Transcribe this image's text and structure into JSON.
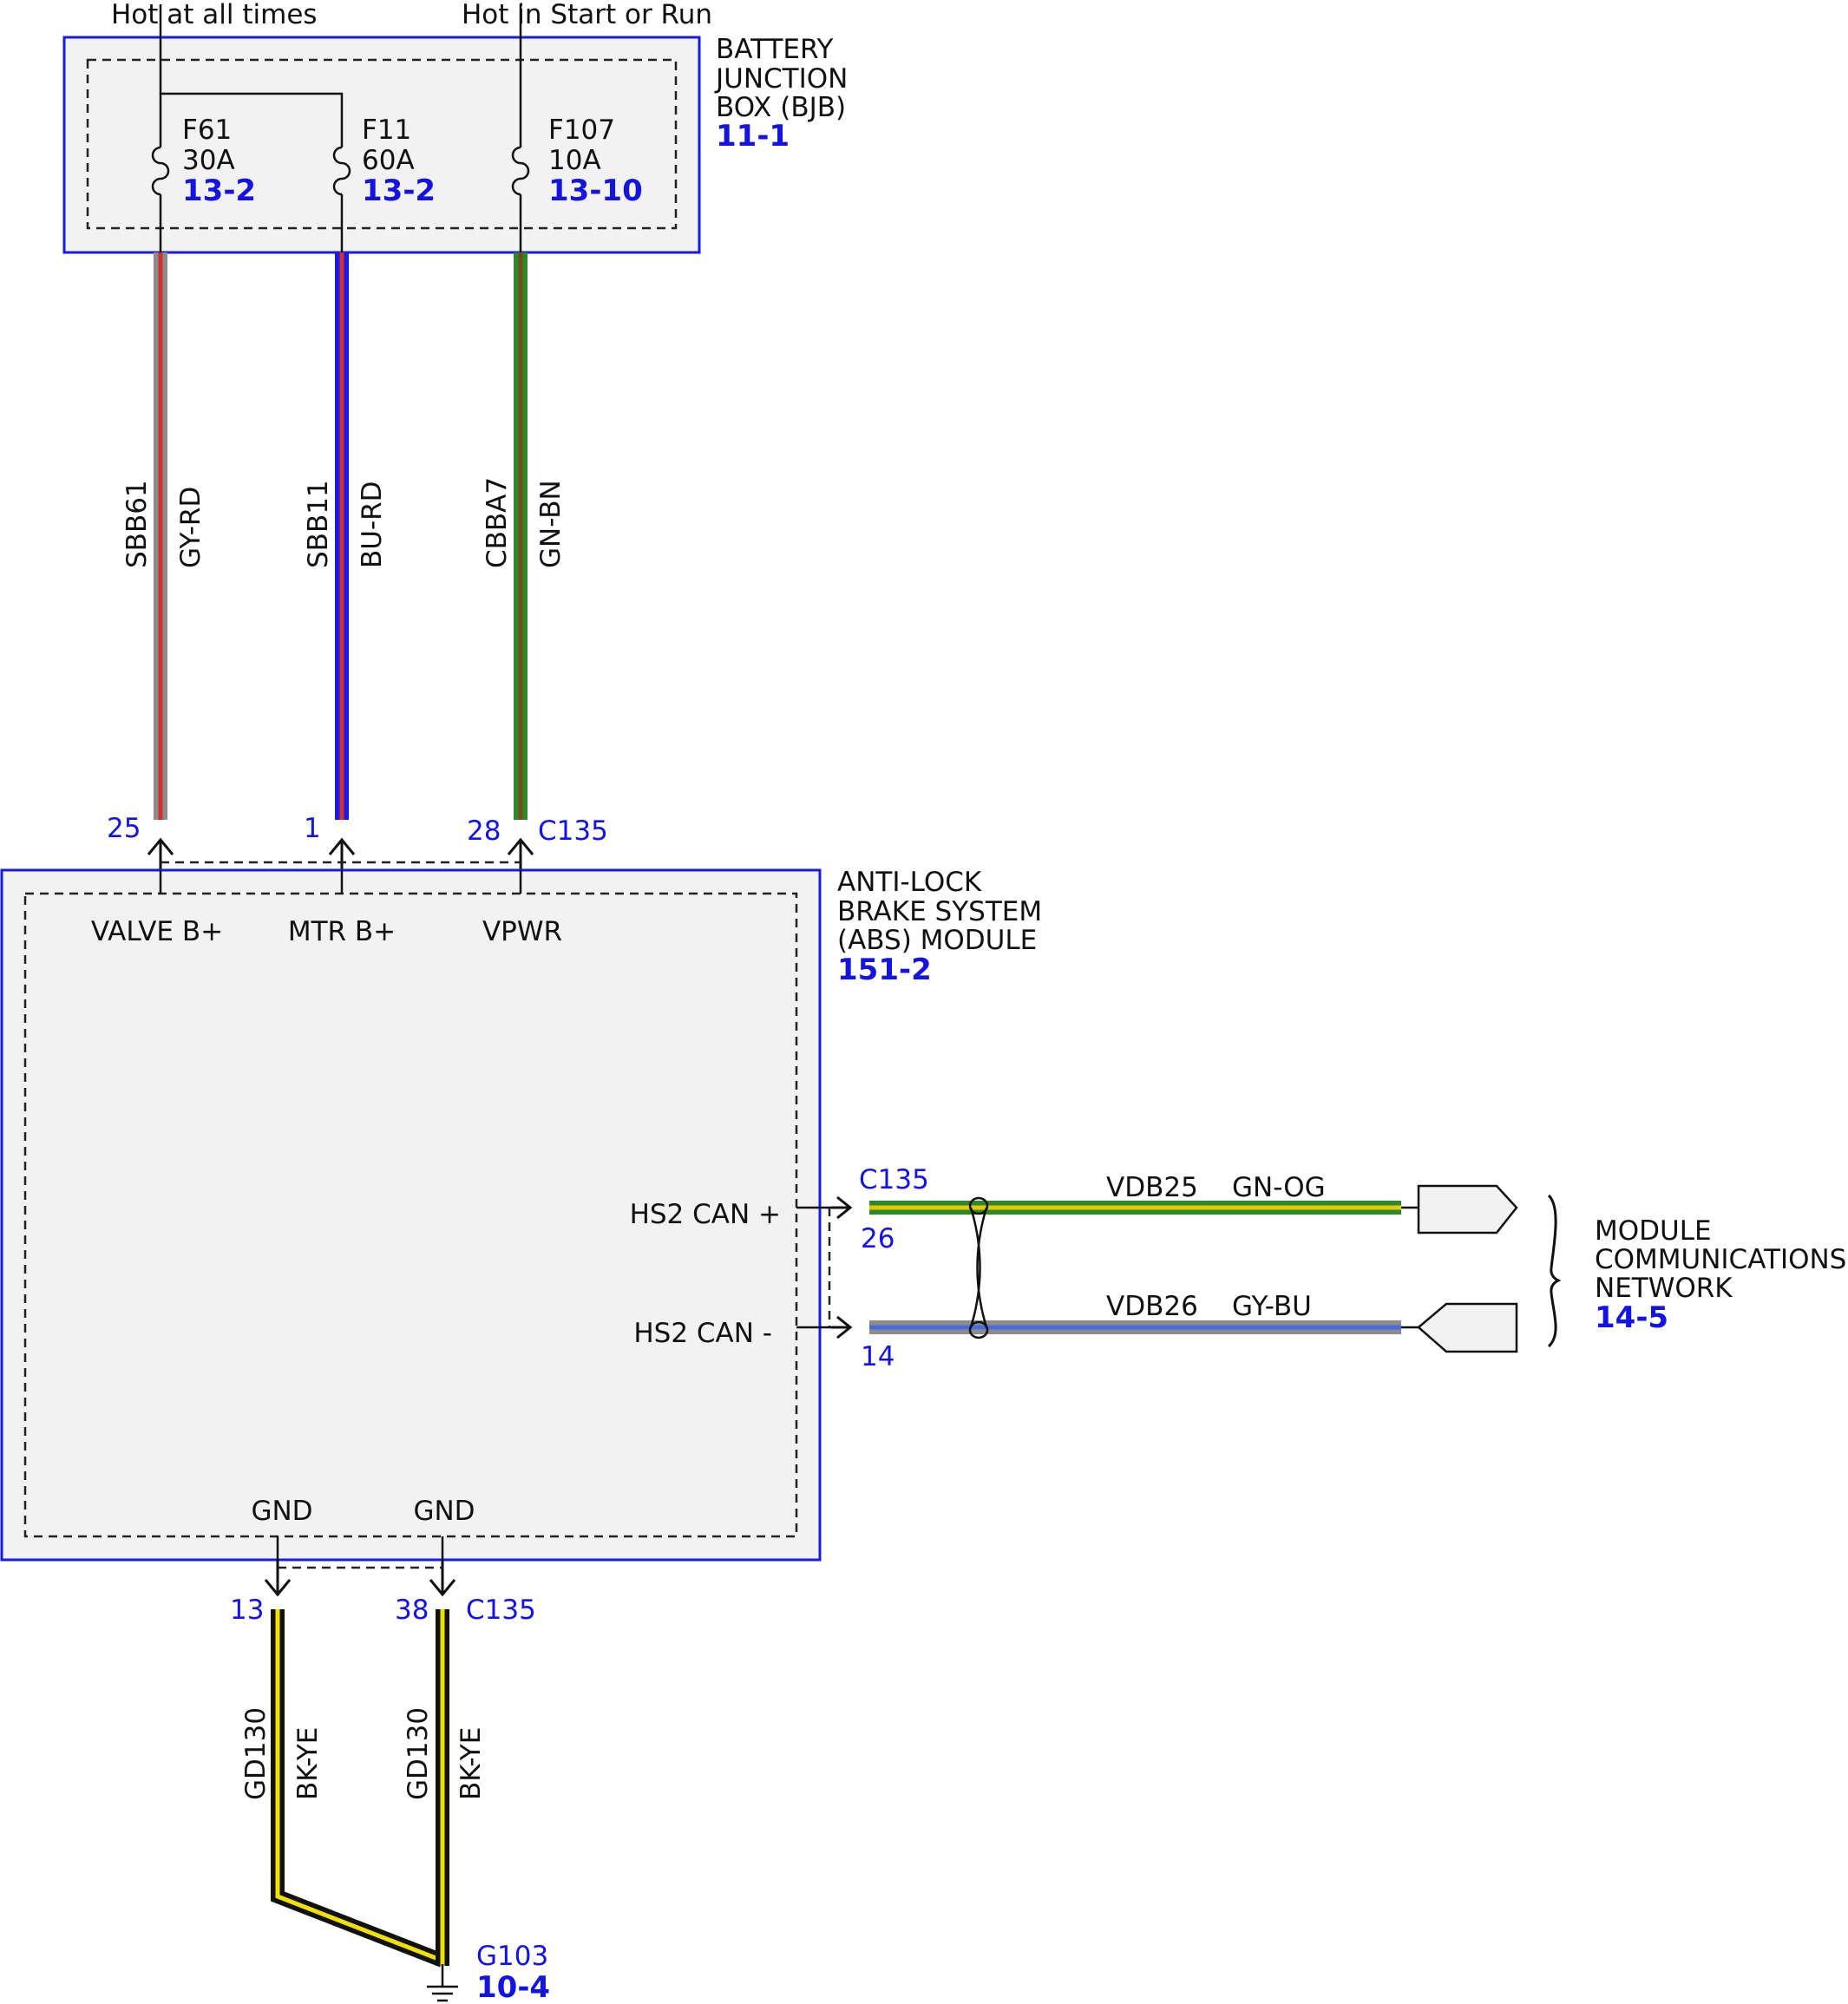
{
  "feeds": {
    "hot_at_all_times": "Hot at all times",
    "hot_in_start_or_run": "Hot in Start or Run"
  },
  "bjb": {
    "line1": "BATTERY",
    "line2": "JUNCTION",
    "line3": "BOX (BJB)",
    "ref": "11-1",
    "fuses": [
      {
        "name": "F61",
        "rating": "30A",
        "ref": "13-2"
      },
      {
        "name": "F11",
        "rating": "60A",
        "ref": "13-2"
      },
      {
        "name": "F107",
        "rating": "10A",
        "ref": "13-10"
      }
    ]
  },
  "wires": [
    {
      "circuit": "SBB61",
      "color_code": "GY-RD",
      "base": "#8c8c8c",
      "stripe": "#d23030"
    },
    {
      "circuit": "SBB11",
      "color_code": "BU-RD",
      "base": "#1a1ae6",
      "stripe": "#d23030"
    },
    {
      "circuit": "CBBA7",
      "color_code": "GN-BN",
      "base": "#2a8a2a",
      "stripe": "#7a4a1a"
    },
    {
      "circuit": "VDB25",
      "color_code": "GN-OG",
      "base": "#2a8a2a",
      "stripe": "#e6c800"
    },
    {
      "circuit": "VDB26",
      "color_code": "GY-BU",
      "base": "#8c8c8c",
      "stripe": "#4a6ae0"
    },
    {
      "circuit": "GD130",
      "color_code": "BK-YE",
      "base": "#111111",
      "stripe": "#f0e000"
    },
    {
      "circuit": "GD130",
      "color_code": "BK-YE",
      "base": "#111111",
      "stripe": "#f0e000"
    }
  ],
  "connector": {
    "name": "C135",
    "pins": {
      "valve": "25",
      "mtr": "1",
      "vpwr": "28",
      "can_plus": "26",
      "can_minus": "14",
      "gnd1": "13",
      "gnd2": "38"
    }
  },
  "abs": {
    "line1": "ANTI-LOCK",
    "line2": "BRAKE SYSTEM",
    "line3": "(ABS) MODULE",
    "ref": "151-2",
    "pins": {
      "valve": "VALVE B+",
      "mtr": "MTR B+",
      "vpwr": "VPWR",
      "can_plus": "HS2 CAN +",
      "can_minus": "HS2 CAN -",
      "gnd1": "GND",
      "gnd2": "GND"
    }
  },
  "network": {
    "line1": "MODULE",
    "line2": "COMMUNICATIONS",
    "line3": "NETWORK",
    "ref": "14-5"
  },
  "ground": {
    "name": "G103",
    "ref": "10-4"
  },
  "colors": {
    "outline": "#1a1ae6",
    "label_blue": "#1414e0",
    "box_fill": "#f2f2f2"
  }
}
